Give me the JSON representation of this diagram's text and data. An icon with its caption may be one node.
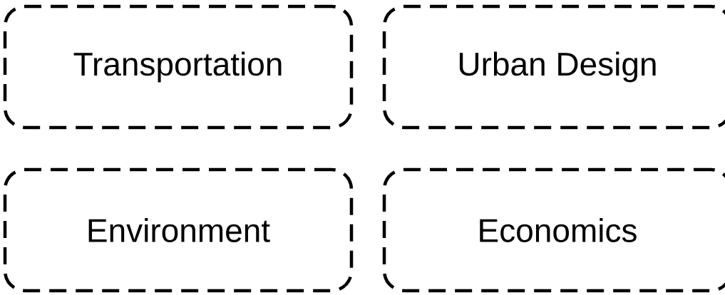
{
  "diagram": {
    "nodes": [
      {
        "text": [
          "Transportation"
        ]
      },
      {
        "text": [
          "Urban Design"
        ]
      },
      {
        "text": [
          "Environment"
        ]
      },
      {
        "text": [
          "Economics"
        ]
      }
    ]
  }
}
